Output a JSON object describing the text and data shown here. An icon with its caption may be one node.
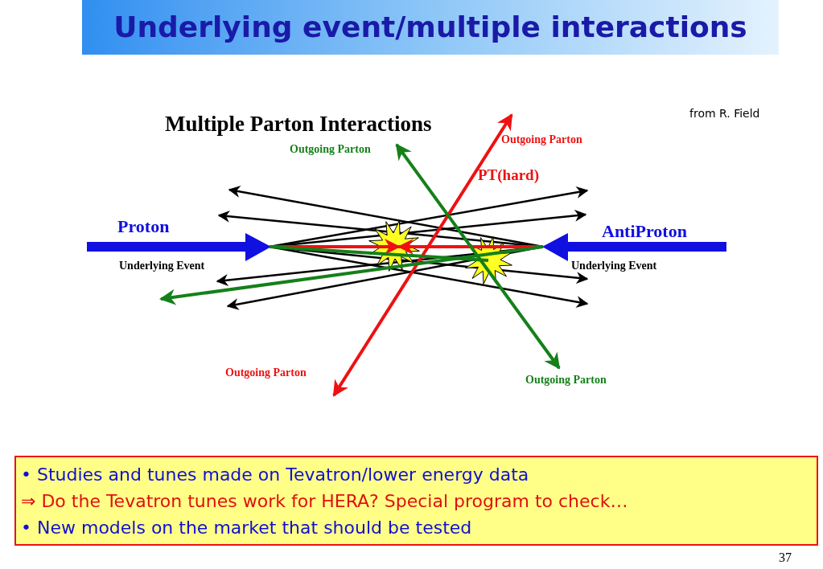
{
  "diagram": {
    "title": "Underlying event/multiple interactions",
    "nodes": [
      {
        "text": [
          "• Studies and tunes made on Tevatron/lower energy data",
          "⇒ Do the Tevatron tunes work for HERA? Special program to check…",
          "• New models on the market that should be tested"
        ]
      }
    ],
    "edges": [],
    "labels": [
      "Multiple Parton Interactions",
      "from R. Field",
      "Outgoing Parton",
      "Outgoing Parton",
      "PT(hard)",
      "Proton",
      "AntiProton",
      "Underlying Event",
      "Underlying Event",
      "Outgoing Parton",
      "Outgoing Parton",
      "37"
    ]
  }
}
